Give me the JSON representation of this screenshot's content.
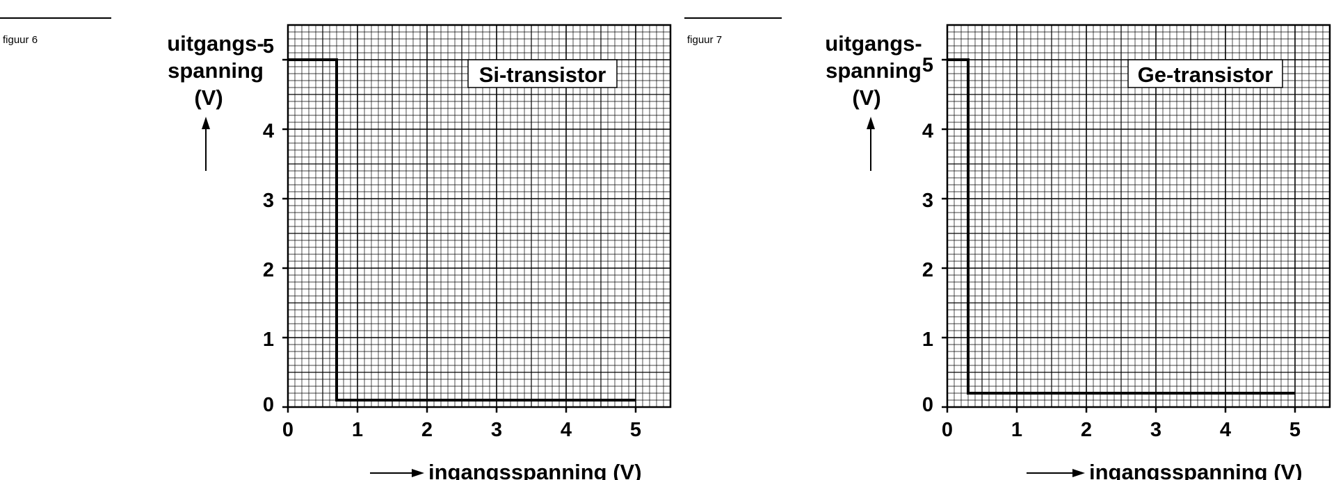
{
  "chart_data": [
    {
      "type": "line",
      "figure_label": "figuur 6",
      "title": "Si-transistor",
      "ylabel_lines": [
        "uitgangs-",
        "spanning",
        "(V)"
      ],
      "xlabel": "ingangsspanning (V)",
      "xlim": [
        0,
        5.5
      ],
      "ylim": [
        0,
        5.5
      ],
      "xticks": [
        "0",
        "1",
        "2",
        "3",
        "4",
        "5"
      ],
      "yticks": [
        "0",
        "1",
        "2",
        "3",
        "4",
        "5"
      ],
      "grid": true,
      "series": [
        {
          "x": [
            0,
            0.7,
            0.7,
            5
          ],
          "y": [
            5,
            5,
            0.1,
            0.1
          ]
        }
      ]
    },
    {
      "type": "line",
      "figure_label": "figuur 7",
      "title": "Ge-transistor",
      "ylabel_lines": [
        "uitgangs-",
        "spanning",
        "(V)"
      ],
      "xlabel": "ingangsspanning (V)",
      "xlim": [
        0,
        5.5
      ],
      "ylim": [
        0,
        5.5
      ],
      "xticks": [
        "0",
        "1",
        "2",
        "3",
        "4",
        "5"
      ],
      "yticks": [
        "0",
        "1",
        "2",
        "3",
        "4",
        "5"
      ],
      "grid": true,
      "series": [
        {
          "x": [
            0,
            0.3,
            0.3,
            5
          ],
          "y": [
            5,
            5,
            0.2,
            0.2
          ]
        }
      ]
    }
  ]
}
